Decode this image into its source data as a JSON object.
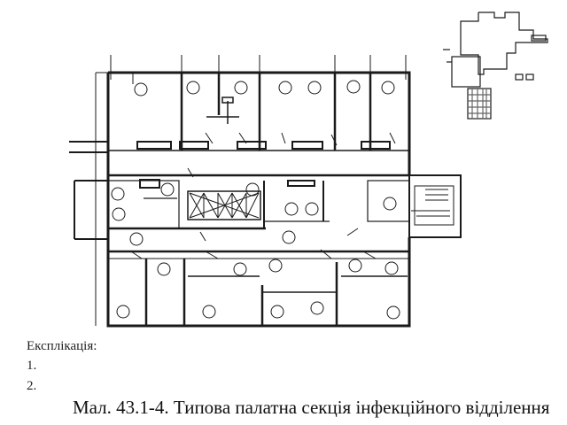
{
  "legend": {
    "title": "Експлікація:",
    "items": [
      "1.",
      "2."
    ]
  },
  "caption": "Мал. 43.1-4. Типова палатна секція інфекційного відділення",
  "colors": {
    "ink": "#1a1a1a",
    "paper": "#ffffff",
    "grid": "#666666"
  }
}
